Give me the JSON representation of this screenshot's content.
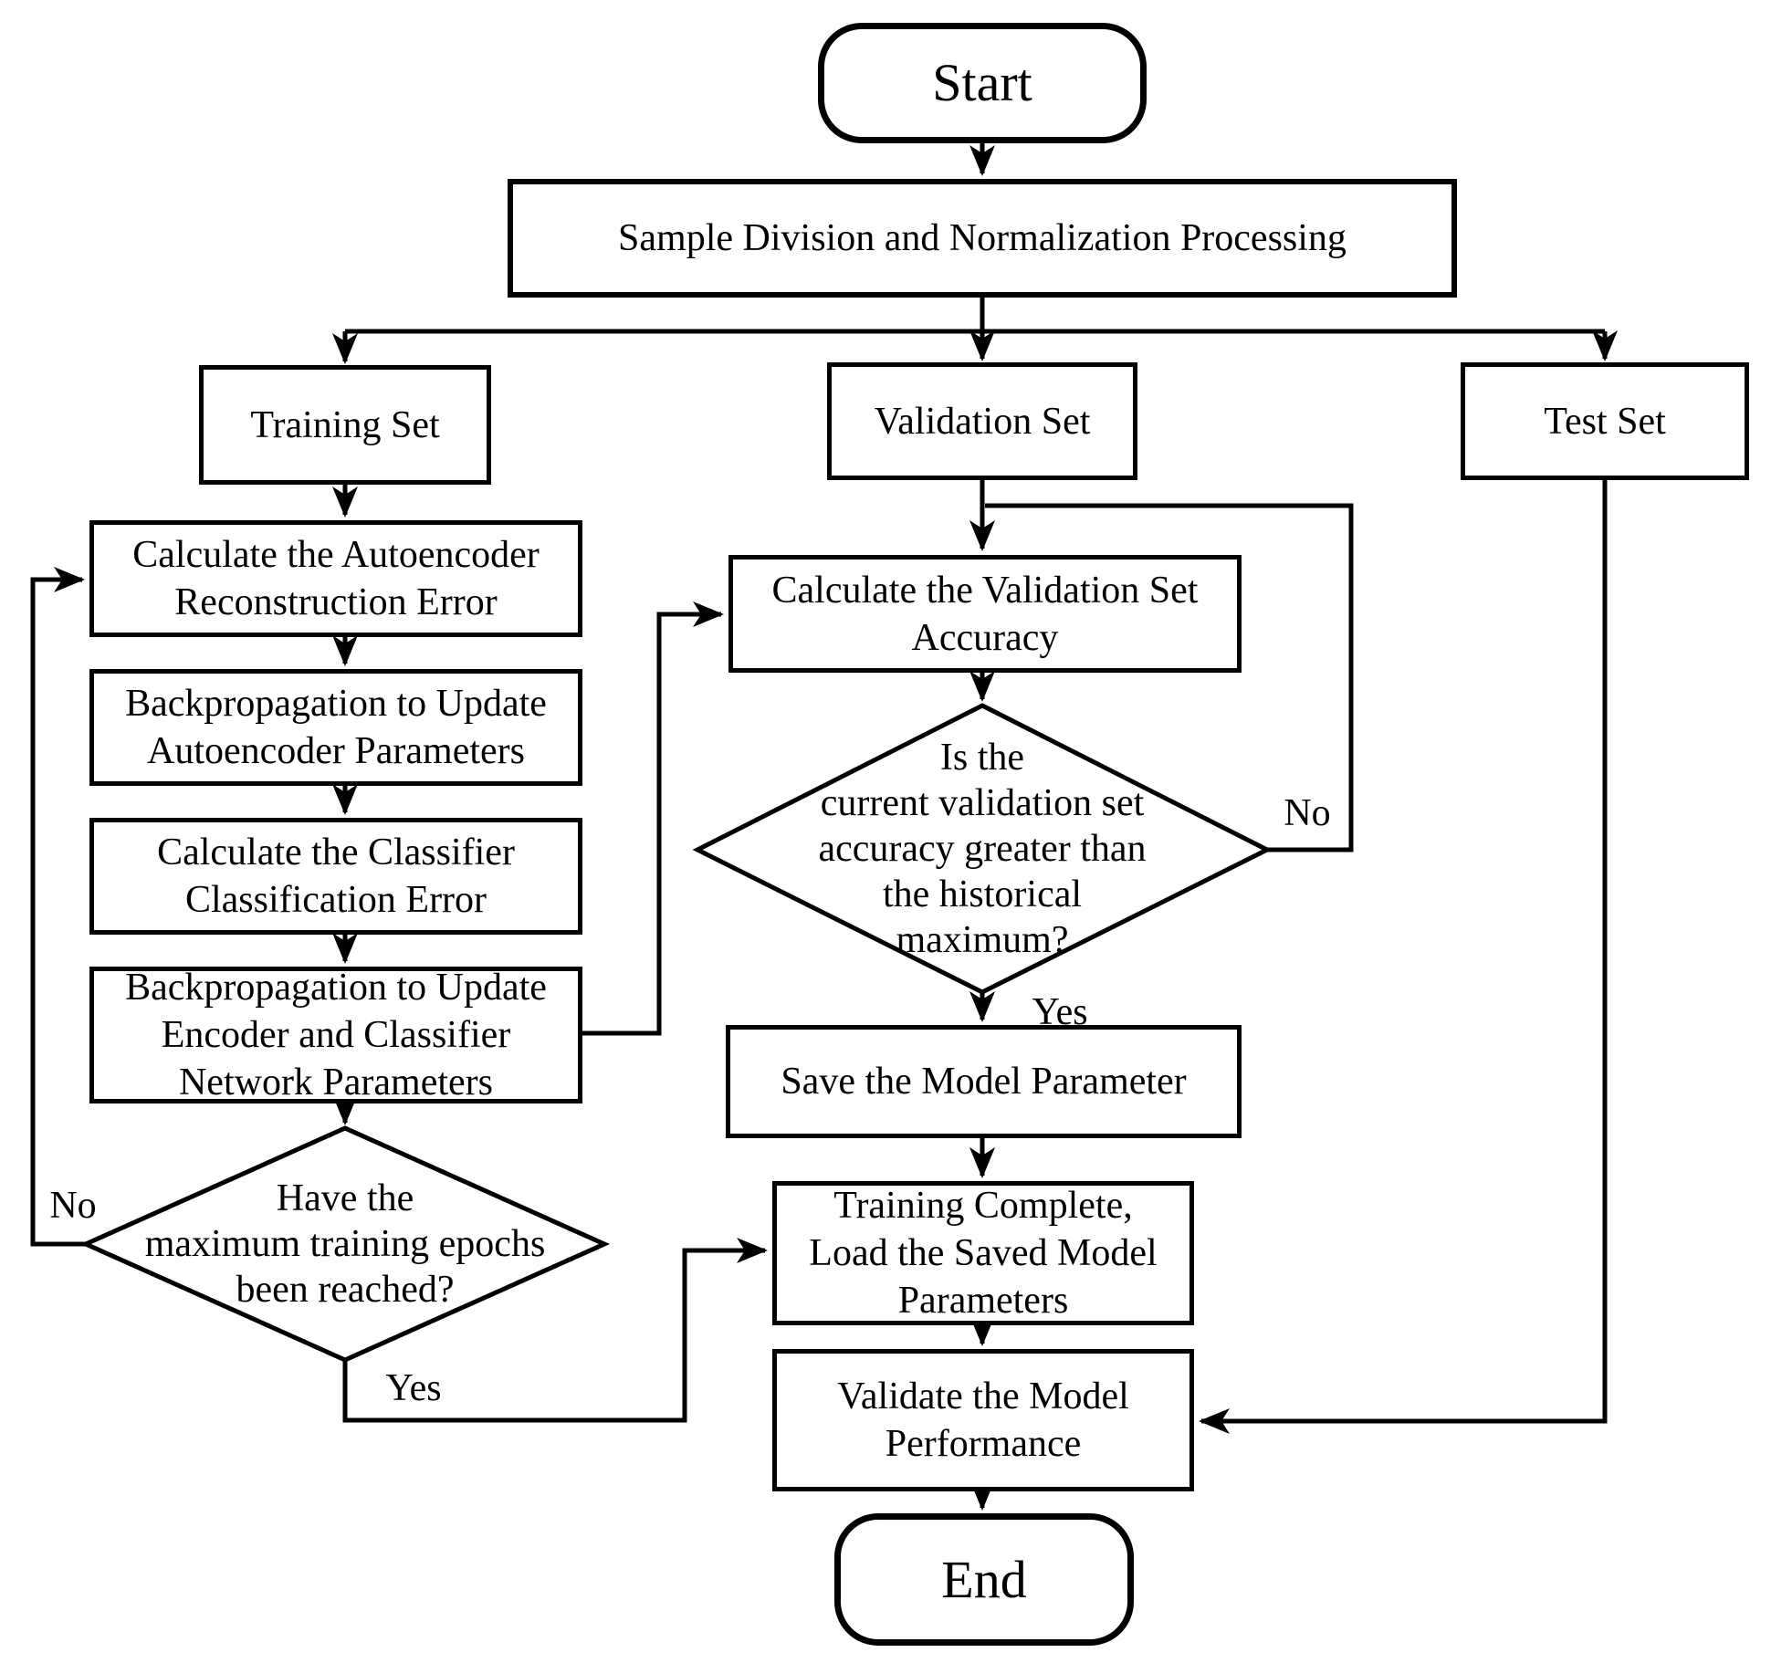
{
  "diagram": {
    "type": "flowchart",
    "colors": {
      "line": "#000000",
      "node_fill": "#ffffff",
      "background": "#ffffff",
      "text": "#000000"
    },
    "nodes": {
      "start": {
        "shape": "terminator",
        "lines": [
          "Start"
        ]
      },
      "sample_division": {
        "shape": "process",
        "lines": [
          "Sample Division and Normalization Processing"
        ]
      },
      "training_set": {
        "shape": "process",
        "lines": [
          "Training Set"
        ]
      },
      "validation_set": {
        "shape": "process",
        "lines": [
          "Validation Set"
        ]
      },
      "test_set": {
        "shape": "process",
        "lines": [
          "Test Set"
        ]
      },
      "calc_autoencoder_error": {
        "shape": "process",
        "lines": [
          "Calculate the Autoencoder",
          "Reconstruction Error"
        ]
      },
      "backprop_autoencoder": {
        "shape": "process",
        "lines": [
          "Backpropagation to Update",
          "Autoencoder Parameters"
        ]
      },
      "calc_classifier_error": {
        "shape": "process",
        "lines": [
          "Calculate the Classifier",
          "Classification Error"
        ]
      },
      "backprop_encoder_classifier": {
        "shape": "process",
        "lines": [
          "Backpropagation to Update",
          "Encoder and Classifier",
          "Network Parameters"
        ]
      },
      "max_epochs_decision": {
        "shape": "decision",
        "lines": [
          "Have the",
          "maximum training epochs",
          "been reached?"
        ]
      },
      "calc_validation_accuracy": {
        "shape": "process",
        "lines": [
          "Calculate the Validation Set",
          "Accuracy"
        ]
      },
      "accuracy_decision": {
        "shape": "decision",
        "lines": [
          "Is the",
          "current validation set",
          "accuracy greater than",
          "the historical",
          "maximum?"
        ]
      },
      "save_model": {
        "shape": "process",
        "lines": [
          "Save the Model Parameter"
        ]
      },
      "training_complete": {
        "shape": "process",
        "lines": [
          "Training Complete,",
          "Load the Saved Model",
          "Parameters"
        ]
      },
      "validate_model": {
        "shape": "process",
        "lines": [
          "Validate the Model",
          "Performance"
        ]
      },
      "end": {
        "shape": "terminator",
        "lines": [
          "End"
        ]
      }
    },
    "edge_labels": {
      "max_epochs_no": "No",
      "max_epochs_yes": "Yes",
      "accuracy_no": "No",
      "accuracy_yes": "Yes"
    }
  }
}
